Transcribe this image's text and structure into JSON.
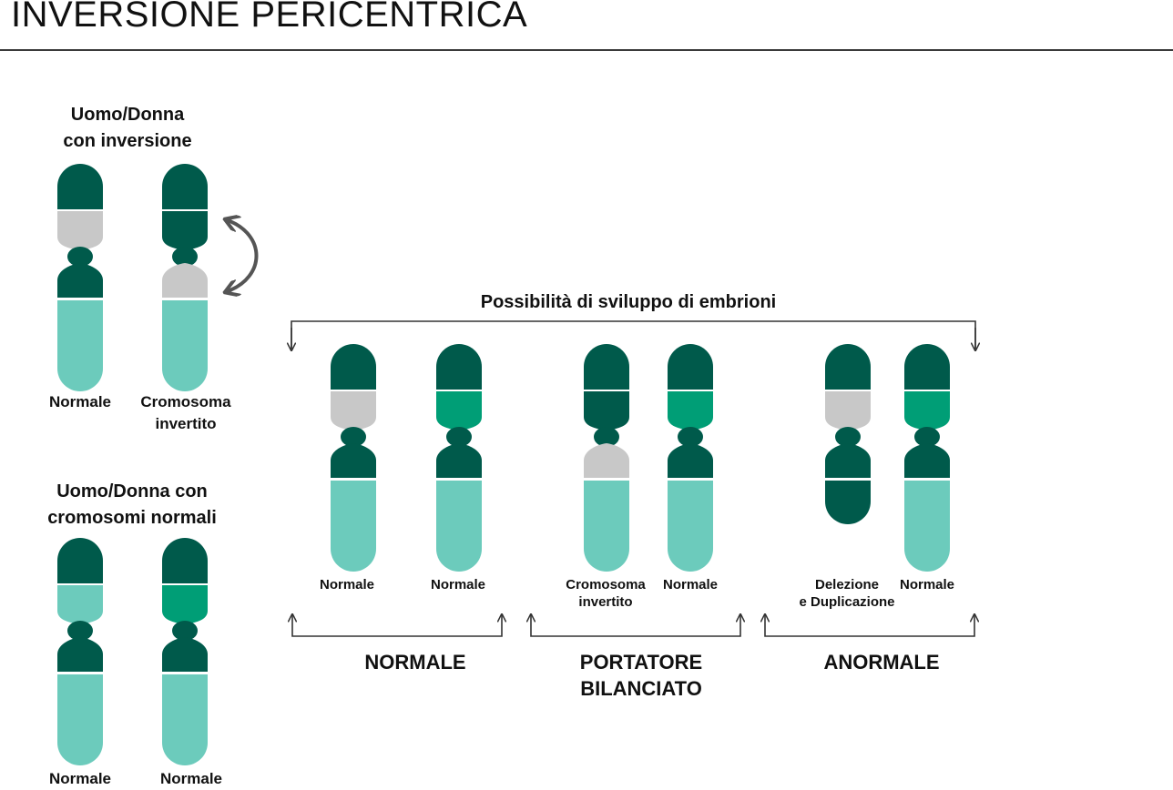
{
  "title": "INVERSIONE PERICENTRICA",
  "carrier_group": {
    "heading": [
      "Uomo/Donna",
      "con inversione"
    ],
    "labels": [
      "Normale",
      "Cromosoma\ninvertito"
    ]
  },
  "normal_group": {
    "heading": [
      "Uomo/Donna con",
      "cromosomi normali"
    ],
    "labels": [
      "Normale",
      "Normale"
    ]
  },
  "embryo_section": {
    "heading": "Possibilità di sviluppo di embrioni",
    "labels": [
      "Normale",
      "Normale",
      "Cromosoma\ninvertito",
      "Normale",
      "Delezione\ne Duplicazione",
      "Normale"
    ],
    "categories": [
      "NORMALE",
      "PORTATORE\nBILANCIATO",
      "ANORMALE"
    ]
  },
  "colors": {
    "dark_green": "#005a4b",
    "light_teal": "#6ccbbc",
    "mid_green": "#009e76",
    "gray": "#c8c8c8",
    "arrow": "#555555",
    "bracket": "#333333"
  },
  "icons": [
    "swap-arrow-icon",
    "down-arrow-icon",
    "up-arrow-icon"
  ]
}
